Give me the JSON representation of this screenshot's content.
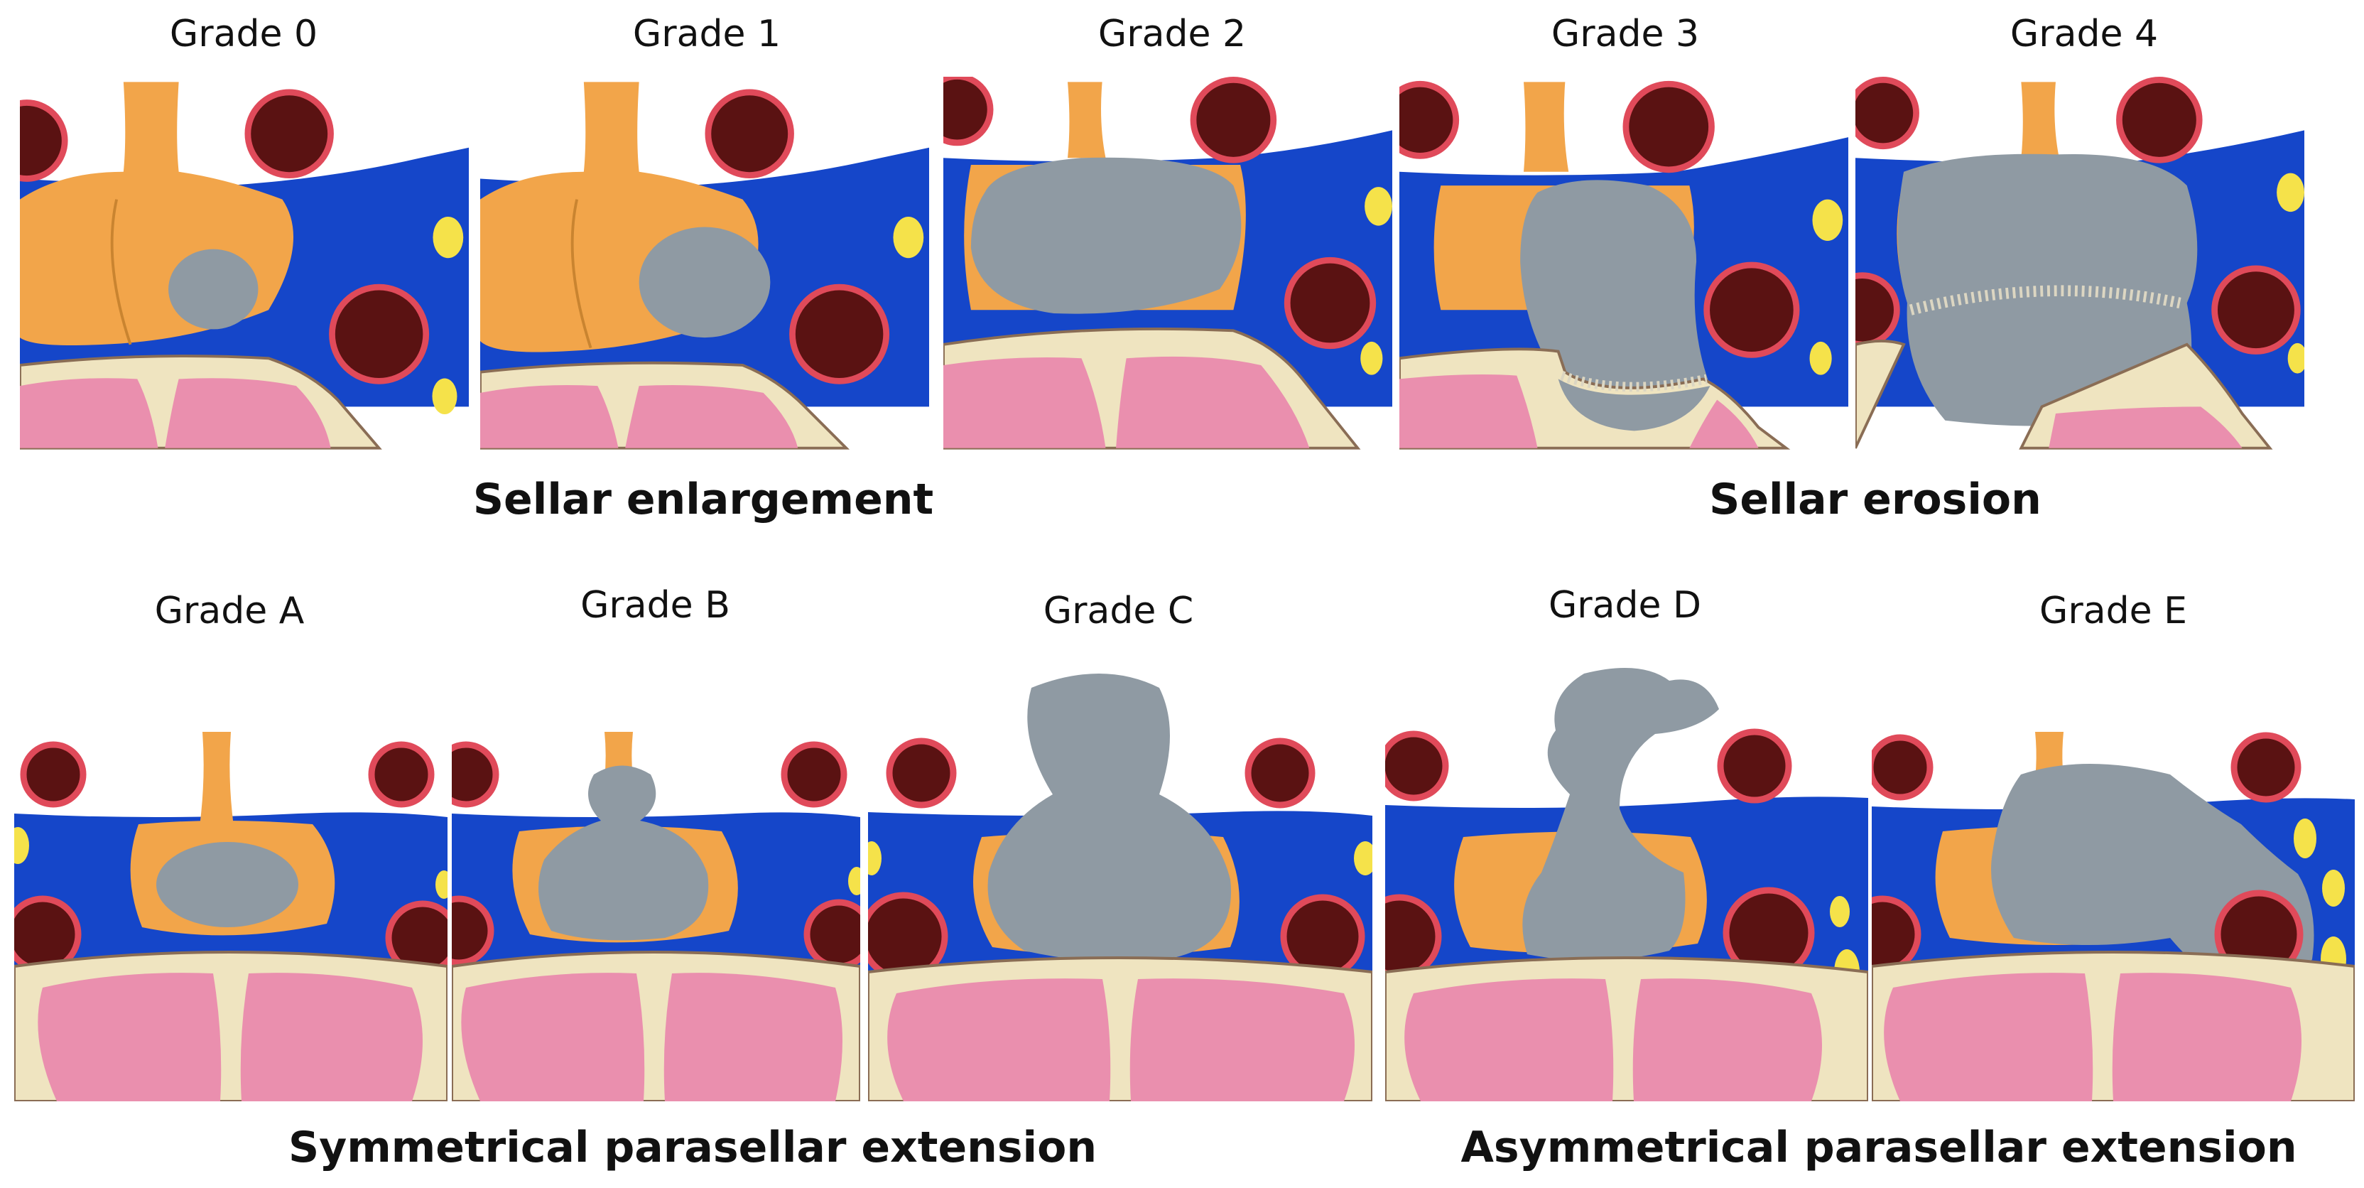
{
  "row1": {
    "grades": [
      {
        "title": "Grade 0"
      },
      {
        "title": "Grade 1"
      },
      {
        "title": "Grade 2"
      },
      {
        "title": "Grade 3"
      },
      {
        "title": "Grade 4"
      }
    ],
    "caption_left": "Sellar enlargement",
    "caption_right": "Sellar erosion"
  },
  "row2": {
    "grades": [
      {
        "title": "Grade A"
      },
      {
        "title": "Grade B"
      },
      {
        "title": "Grade C"
      },
      {
        "title": "Grade D"
      },
      {
        "title": "Grade E"
      }
    ],
    "caption_left": "Symmetrical parasellar extension",
    "caption_right": "Asymmetrical parasellar extension"
  },
  "colors": {
    "sinus": "#1546c9",
    "pituitary": "#f2a54a",
    "tumor": "#8f9aa3",
    "artery_fill": "#5a1212",
    "artery_ring": "#e04a5a",
    "nerve": "#f5e24a",
    "bone": "#efe4c0",
    "sphenoid": "#ea8fae"
  }
}
